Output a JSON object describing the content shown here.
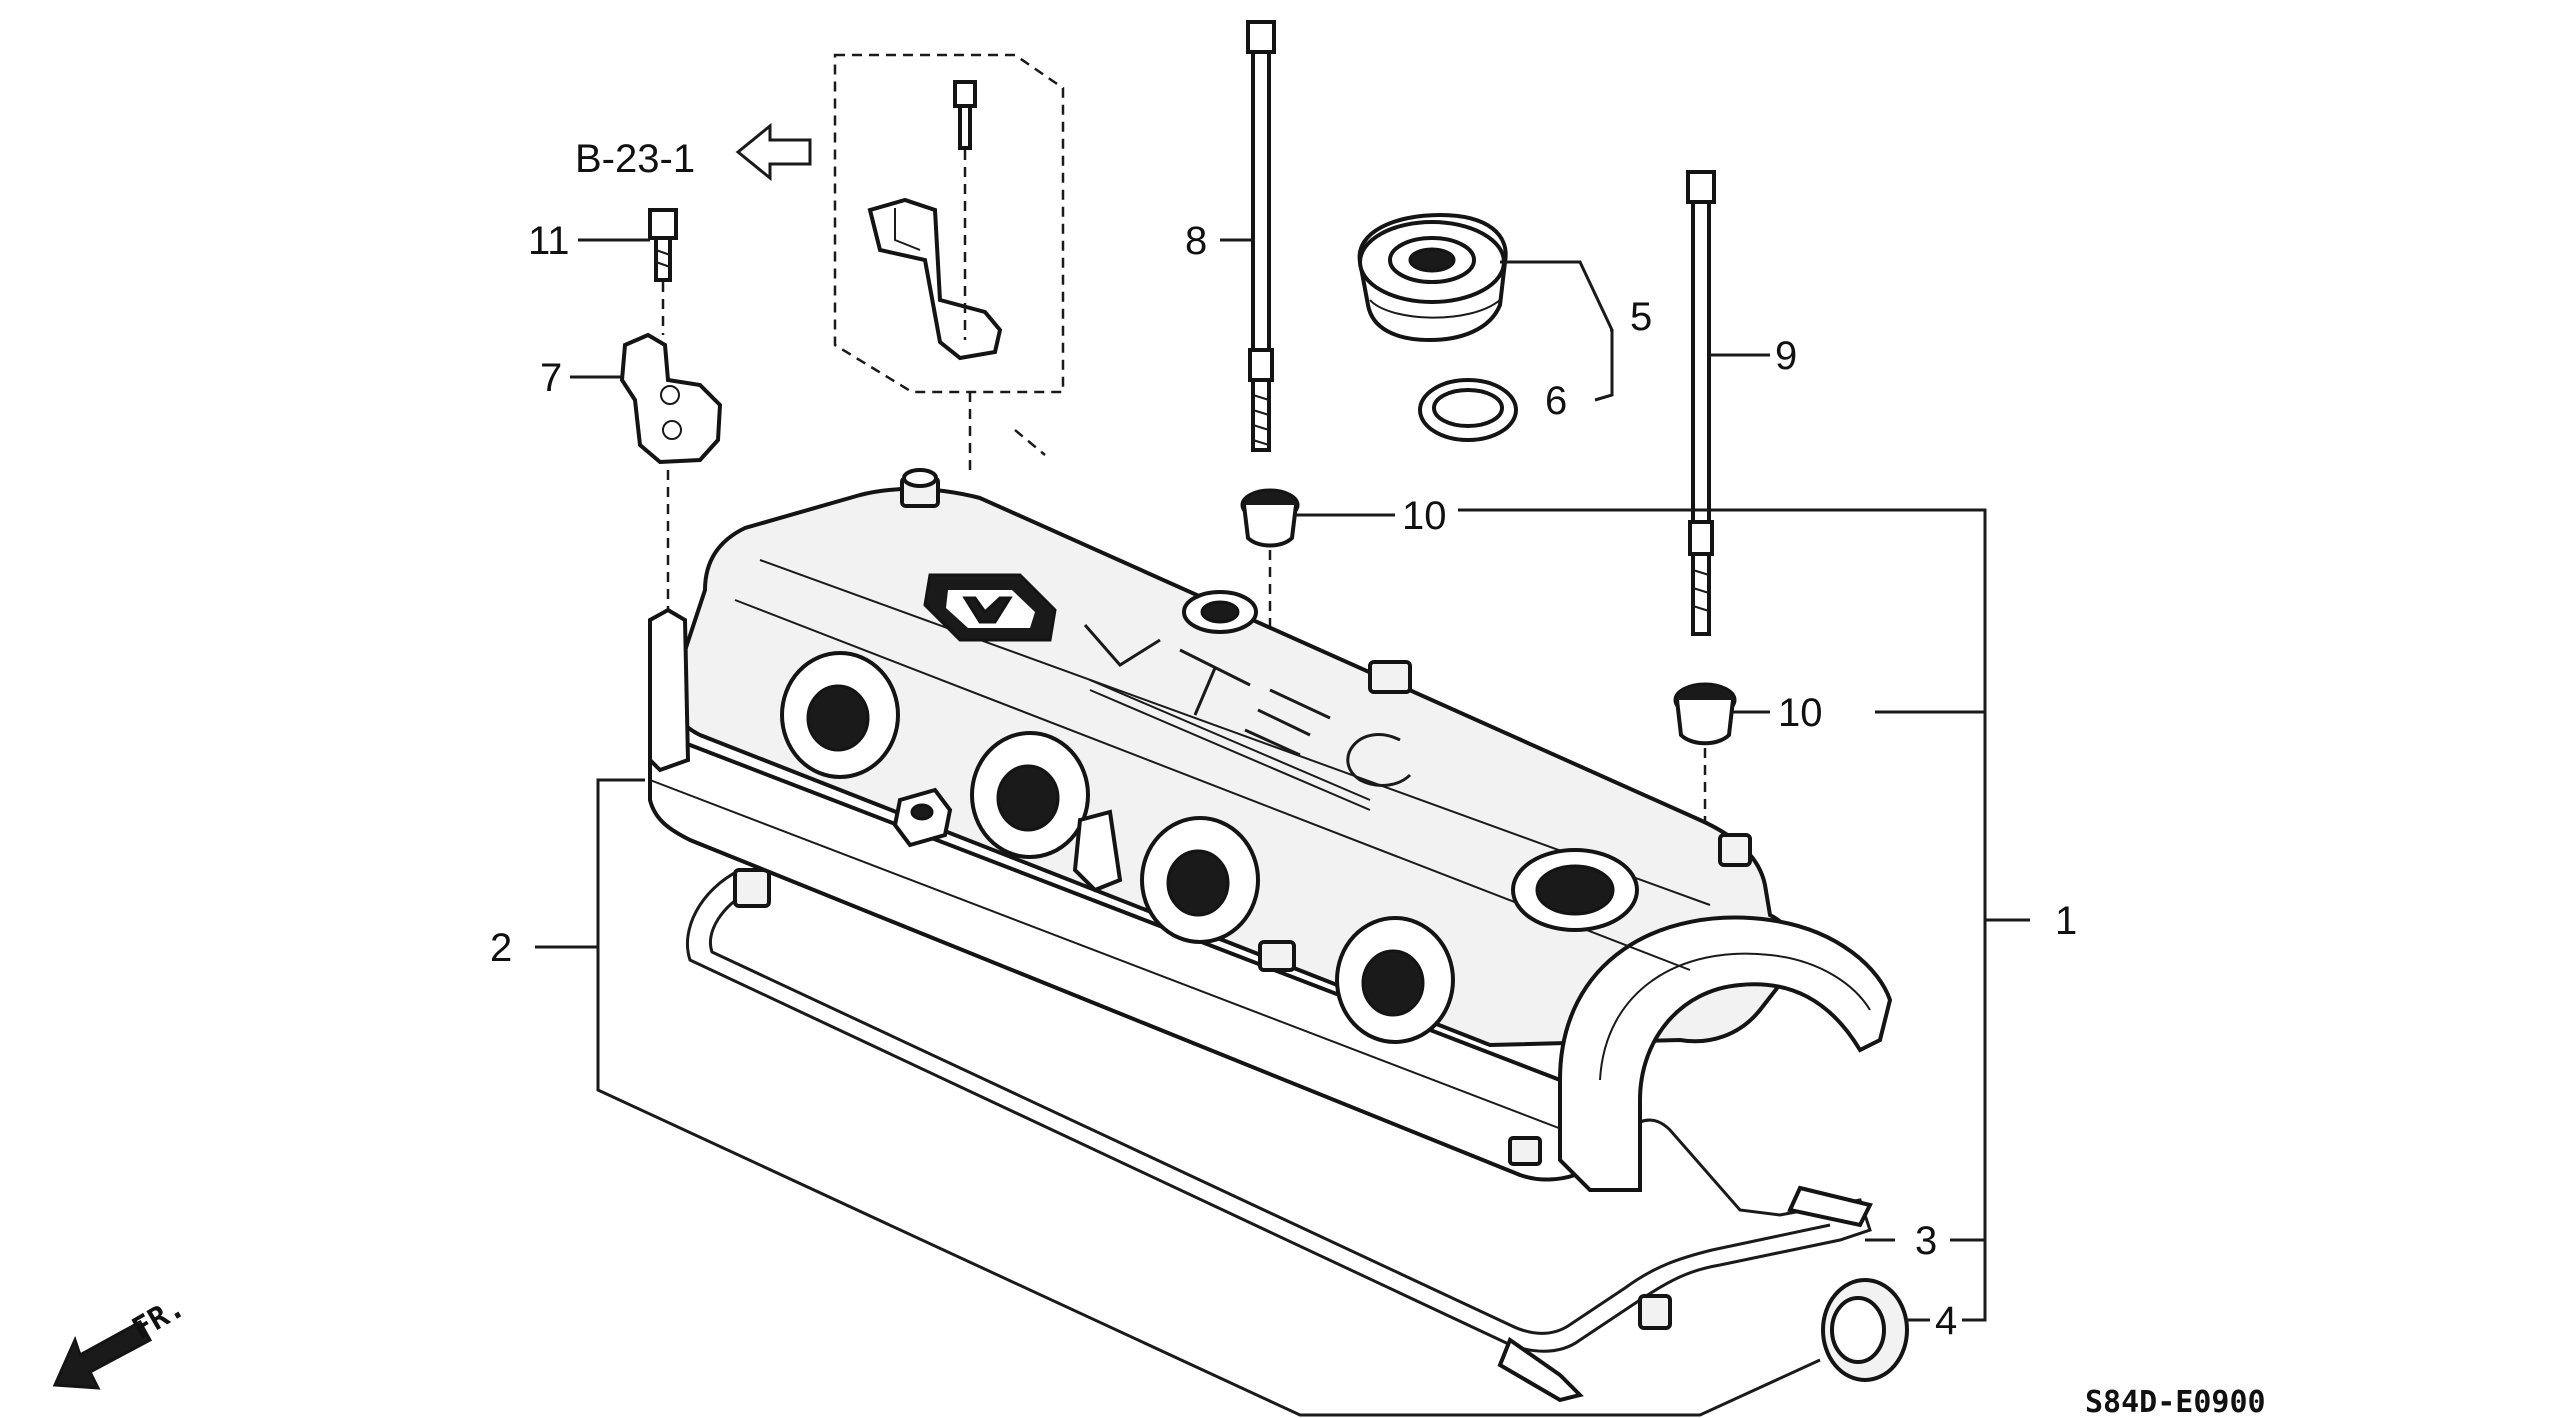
{
  "callouts": {
    "c1": "1",
    "c2": "2",
    "c3": "3",
    "c4": "4",
    "c5": "5",
    "c6": "6",
    "c7": "7",
    "c8": "8",
    "c9": "9",
    "c10a": "10",
    "c10b": "10",
    "c11": "11"
  },
  "reference": "B-23-1",
  "direction_label": "FR.",
  "diagram_code": "S84D-E0900"
}
